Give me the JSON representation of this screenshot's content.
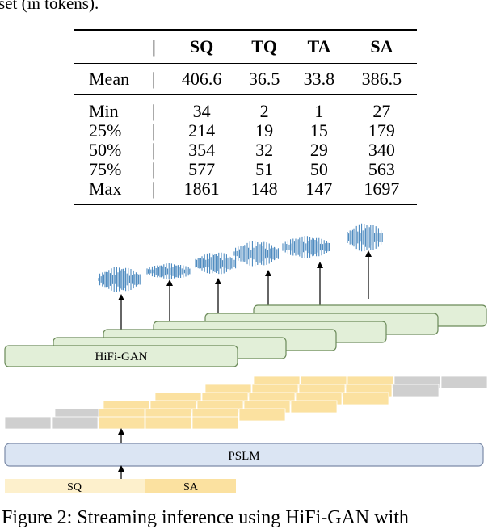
{
  "caption_top": "set (in tokens).",
  "table": {
    "headers": [
      "SQ",
      "TQ",
      "TA",
      "SA"
    ],
    "mean_row": {
      "label": "Mean",
      "values": [
        "406.6",
        "36.5",
        "33.8",
        "386.5"
      ]
    },
    "quantile_rows": [
      {
        "label": "Min",
        "values": [
          "34",
          "2",
          "1",
          "27"
        ]
      },
      {
        "label": "25%",
        "values": [
          "214",
          "19",
          "15",
          "179"
        ]
      },
      {
        "label": "50%",
        "values": [
          "354",
          "32",
          "29",
          "340"
        ]
      },
      {
        "label": "75%",
        "values": [
          "577",
          "51",
          "50",
          "563"
        ]
      },
      {
        "label": "Max",
        "values": [
          "1861",
          "148",
          "147",
          "1697"
        ]
      }
    ]
  },
  "figure": {
    "hifigan_label": "HiFi-GAN",
    "pslm_label": "PSLM",
    "input_labels": {
      "sq": "SQ",
      "sa": "SA"
    },
    "colors": {
      "hifigan_fill": "#e2efd8",
      "hifigan_stroke": "#6b8a59",
      "pslm_fill": "#dbe5f3",
      "pslm_stroke": "#7c8ba8",
      "token_yellow": "#fbe1a0",
      "token_light": "#fdf0cc",
      "token_gray": "#cfcfcf",
      "wave": "#3d7fba"
    }
  },
  "caption_bottom": "Figure 2: Streaming inference using HiFi-GAN with"
}
